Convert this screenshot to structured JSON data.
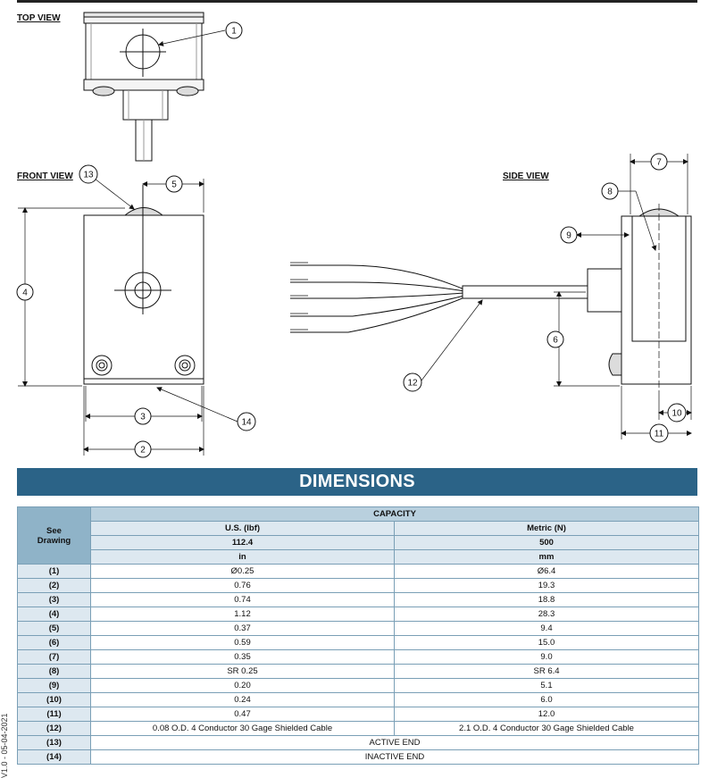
{
  "views": {
    "top": "TOP VIEW",
    "front": "FRONT VIEW",
    "side": "SIDE VIEW"
  },
  "balloons": [
    "1",
    "2",
    "3",
    "4",
    "5",
    "6",
    "7",
    "8",
    "9",
    "10",
    "11",
    "12",
    "13",
    "14"
  ],
  "banner": "DIMENSIONS",
  "table": {
    "see_label": "See Drawing",
    "capacity_label": "CAPACITY",
    "col_us": "U.S. (lbf)",
    "col_metric": "Metric (N)",
    "cap_us": "112.4",
    "cap_metric": "500",
    "unit_us": "in",
    "unit_metric": "mm",
    "rows": [
      {
        "id": "(1)",
        "us": "Ø0.25",
        "metric": "Ø6.4"
      },
      {
        "id": "(2)",
        "us": "0.76",
        "metric": "19.3"
      },
      {
        "id": "(3)",
        "us": "0.74",
        "metric": "18.8"
      },
      {
        "id": "(4)",
        "us": "1.12",
        "metric": "28.3"
      },
      {
        "id": "(5)",
        "us": "0.37",
        "metric": "9.4"
      },
      {
        "id": "(6)",
        "us": "0.59",
        "metric": "15.0"
      },
      {
        "id": "(7)",
        "us": "0.35",
        "metric": "9.0"
      },
      {
        "id": "(8)",
        "us": "SR 0.25",
        "metric": "SR 6.4"
      },
      {
        "id": "(9)",
        "us": "0.20",
        "metric": "5.1"
      },
      {
        "id": "(10)",
        "us": "0.24",
        "metric": "6.0"
      },
      {
        "id": "(11)",
        "us": "0.47",
        "metric": "12.0"
      },
      {
        "id": "(12)",
        "us": "0.08 O.D. 4 Conductor 30 Gage Shielded Cable",
        "metric": "2.1 O.D. 4 Conductor 30 Gage Shielded Cable"
      }
    ],
    "span_rows": [
      {
        "id": "(13)",
        "text": "ACTIVE END"
      },
      {
        "id": "(14)",
        "text": "INACTIVE END"
      }
    ]
  },
  "side_text": "V1.0 - 05-04-2021",
  "colors": {
    "banner": "#2b6387",
    "header": "#b9d0de",
    "subheader": "#dde8f0",
    "see": "#8fb3c8",
    "border": "#7a9fb6"
  }
}
